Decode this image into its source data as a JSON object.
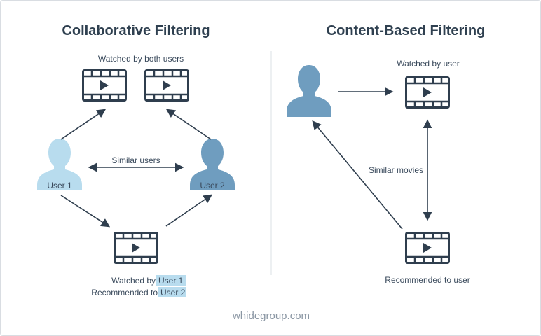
{
  "collaborative": {
    "title": "Collaborative Filtering",
    "watched_both_label": "Watched by both users",
    "similar_users_label": "Similar users",
    "user1_label": "User 1",
    "user2_label": "User 2",
    "watched_by_prefix": "Watched by",
    "watched_by_user": "User 1",
    "recommended_to_prefix": "Recommended to",
    "recommended_to_user": "User 2"
  },
  "content_based": {
    "title": "Content-Based Filtering",
    "watched_label": "Watched by user",
    "similar_movies_label": "Similar movies",
    "recommended_label": "Recommended to user"
  },
  "footer": "whidegroup.com",
  "colors": {
    "dark": "#2f3e4e",
    "user1": "#b8dcee",
    "user2": "#6f9dbf",
    "user_cb": "#6f9dbf",
    "highlight": "#b8dcee"
  },
  "icons": {
    "video": "film-strip-play-icon",
    "user": "person-silhouette-icon",
    "arrow": "arrow-icon"
  }
}
